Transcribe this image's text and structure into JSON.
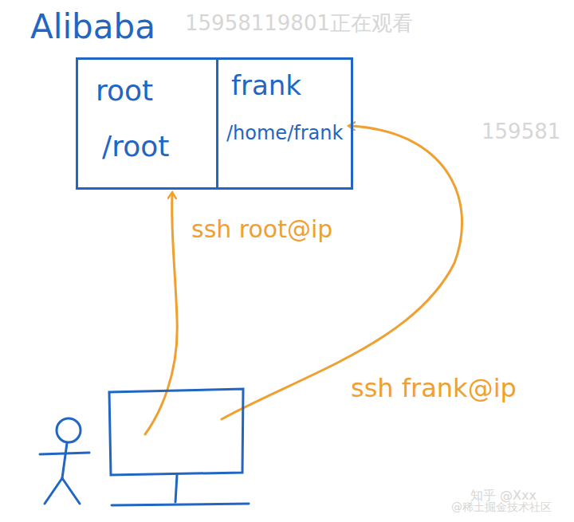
{
  "diagram": {
    "nodes": [
      {
        "text": [
          "Alibaba"
        ]
      },
      {
        "text": [
          "root",
          "/root"
        ],
        "in": 0
      },
      {
        "text": [
          "frank",
          "/home/frank"
        ],
        "in": 0
      }
    ],
    "labels": [
      "ssh root@ip",
      "ssh frank@ip",
      "15958119801正在观看",
      "159581",
      "知乎 @Xxx",
      "@稀土掘金技术社区"
    ]
  }
}
